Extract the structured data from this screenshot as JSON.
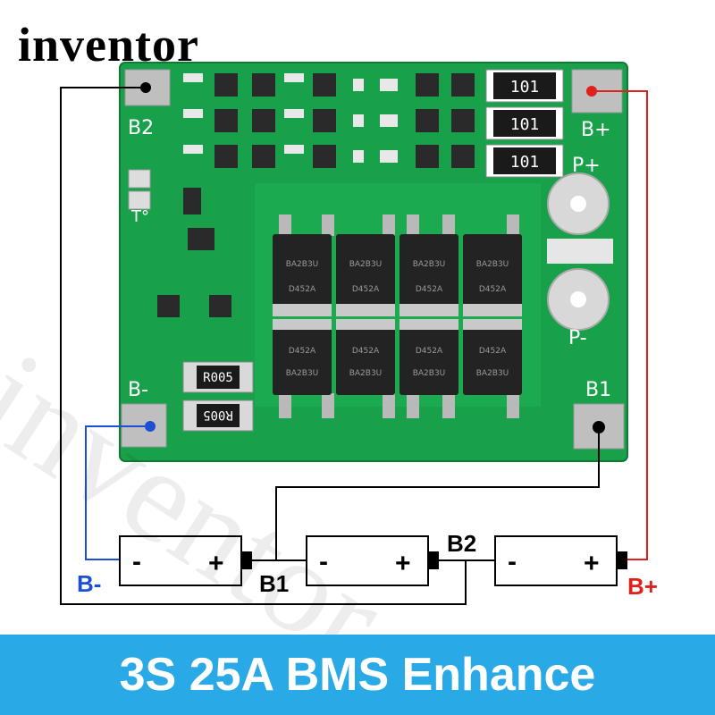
{
  "brand": "inventor",
  "watermark": "inventor",
  "banner": "3S 25A BMS Enhance",
  "board": {
    "labels": {
      "b2": "B2",
      "bplus": "B+",
      "pplus": "P+",
      "tsense": "T°",
      "pminus": "P-",
      "bminus": "B-",
      "b1": "B1"
    },
    "resistors": [
      "101",
      "101",
      "101"
    ],
    "shunts": [
      "R005",
      "R005"
    ],
    "mosfet_top": [
      "BA2B3U",
      "D452A"
    ],
    "mosfet_bottom": [
      "D452A",
      "BA2B3U"
    ]
  },
  "cells": {
    "minus": "-",
    "plus": "+"
  },
  "wiring": {
    "bminus": "B-",
    "b1": "B1",
    "b2": "B2",
    "bplus": "B+"
  },
  "colors": {
    "board": "#19a04a",
    "wire_red": "#e0201c",
    "wire_blue": "#1c4fd4",
    "banner": "#29a9e6"
  }
}
